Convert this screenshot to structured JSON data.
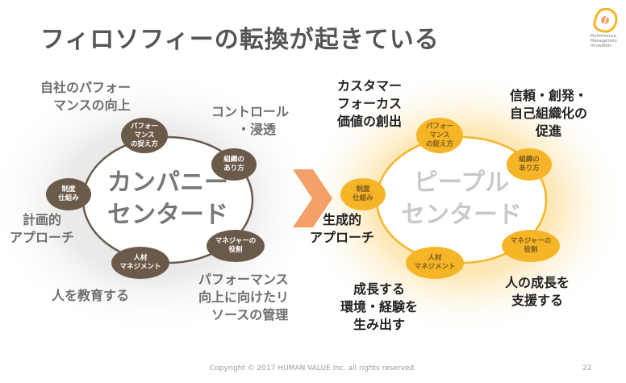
{
  "title": "フィロソフィーの転換が起きている",
  "logo": {
    "lines": [
      "Performance",
      "Management",
      "Innovation"
    ]
  },
  "left": {
    "center": [
      "カンパニー",
      "センタード"
    ],
    "nodes": {
      "top": [
        "パフォー",
        "マンス",
        "の捉え方"
      ],
      "right_top": [
        "組織の",
        "あり方"
      ],
      "left": [
        "制度",
        "仕組み"
      ],
      "bottom": [
        "人材",
        "マネジメント"
      ],
      "right_bottom": [
        "マネジャーの",
        "役割"
      ]
    },
    "labels": {
      "top_left": [
        "自社のパフォー",
        "マンスの向上"
      ],
      "top_right": [
        "コントロール",
        "・浸透"
      ],
      "left": [
        "計画的",
        "アプローチ"
      ],
      "bottom_left": [
        "人を教育する"
      ],
      "bottom_right": [
        "パフォーマンス",
        "向上に向けたリ",
        "ソースの管理"
      ]
    }
  },
  "right": {
    "center": [
      "ピープル",
      "センタード"
    ],
    "nodes": {
      "top": [
        "パフォー",
        "マンス",
        "の捉え方"
      ],
      "right_top": [
        "組織の",
        "あり方"
      ],
      "left": [
        "制度",
        "仕組み"
      ],
      "bottom": [
        "人材",
        "マネジメント"
      ],
      "right_bottom": [
        "マネジャーの",
        "役割"
      ]
    },
    "labels": {
      "top_left": [
        "カスタマー",
        "フォーカス",
        "価値の創出"
      ],
      "top_right": [
        "信頼・創発・",
        "自己組織化の",
        "促進"
      ],
      "left": [
        "生成的",
        "アプローチ"
      ],
      "bottom_left": [
        "成長する",
        "環境・経験を",
        "生み出す"
      ],
      "bottom_right": [
        "人の成長を",
        "支援する"
      ]
    }
  },
  "footer": "Copyright © 2017 HUMAN VALUE Inc. all rights reserved.",
  "page_number": "22",
  "colors": {
    "brown_node": "#6b5a4a",
    "orange_node": "#f6b526",
    "arrow": "#f4a068"
  }
}
